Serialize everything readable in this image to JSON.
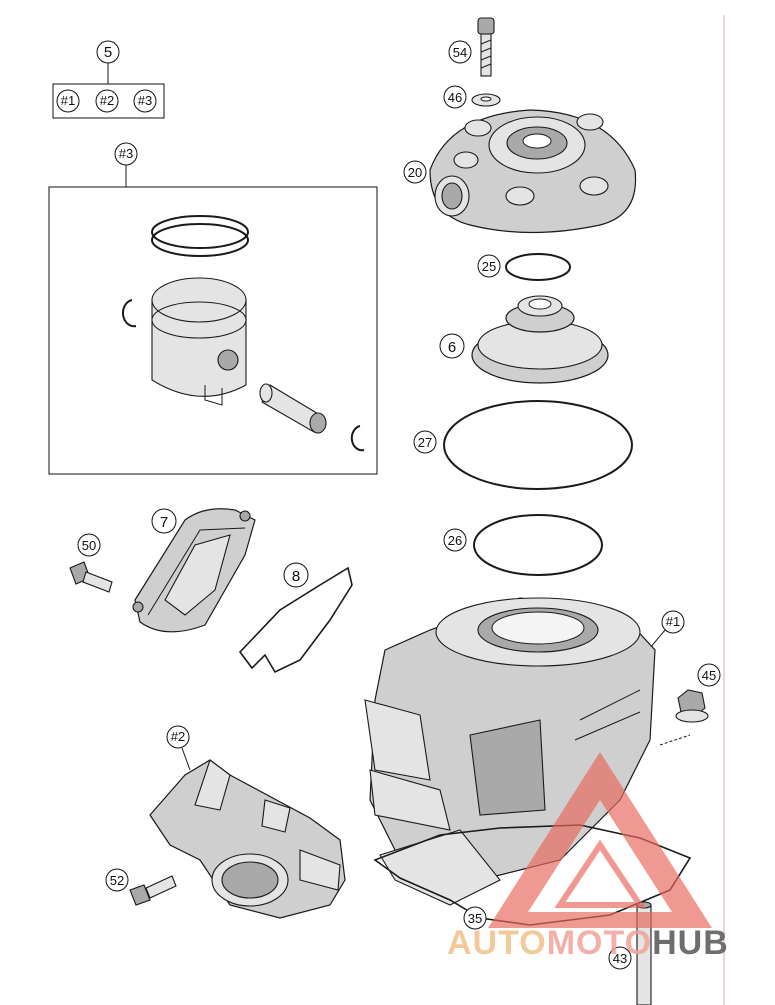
{
  "callouts": {
    "c5": "5",
    "c1": "#1",
    "c2": "#2",
    "c3": "#3",
    "c3b": "#3",
    "c54": "54",
    "c46": "46",
    "c20": "20",
    "c25": "25",
    "c6": "6",
    "c27": "27",
    "c26": "26",
    "c7": "7",
    "c50": "50",
    "c8": "8",
    "c1b": "#1",
    "c45": "45",
    "c2b": "#2",
    "c52": "52",
    "c35": "35",
    "c43": "43"
  },
  "watermark": {
    "part1": "AUTO",
    "part2": "MOTO",
    "part3": "HUB",
    "color_auto": "#f2c089",
    "color_moto": "#f2a39a",
    "color_hub": "#555555",
    "triangle_color": "#e8695f"
  },
  "border_color": "#e8a3a3"
}
